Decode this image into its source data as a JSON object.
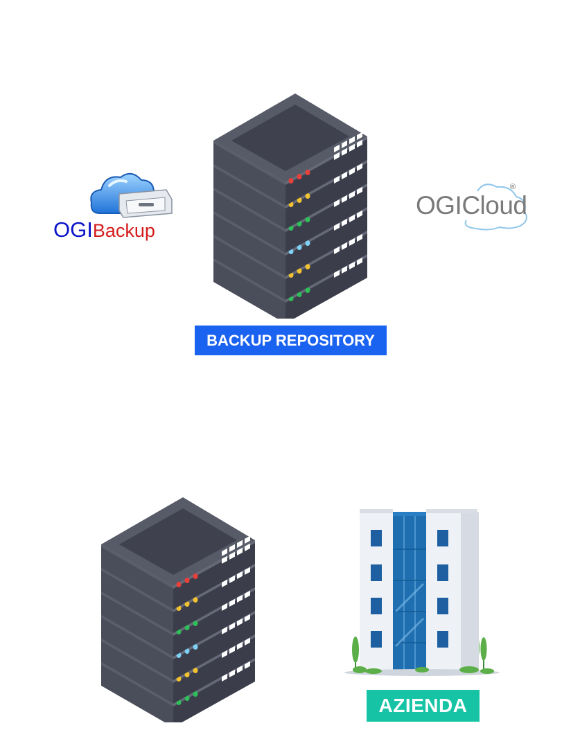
{
  "logos": {
    "ogibackup": {
      "part1": "OGI",
      "part2": "Backup"
    },
    "ogicloud": {
      "text": "OGICloud",
      "mark": "®"
    }
  },
  "labels": {
    "repository": "BACKUP REPOSITORY",
    "company": "AZIENDA"
  },
  "colors": {
    "server_body": "#4a4d5a",
    "server_top": "#3f424e",
    "repository_label": "#1a62f0",
    "company_label": "#16c4a5",
    "building_glass": "#1f6fb0",
    "ogi_blue": "#0a14c8",
    "backup_red": "#d41c1c"
  },
  "server_led_rows": [
    "red",
    "yellow",
    "green",
    "blue",
    "yellow",
    "green"
  ]
}
